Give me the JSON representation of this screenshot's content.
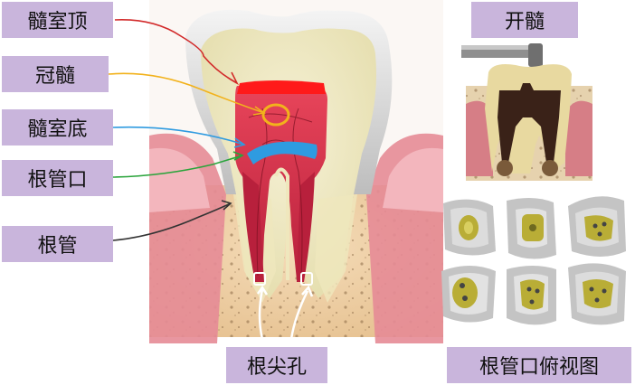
{
  "labels": {
    "pulp_chamber_roof": "髓室顶",
    "coronal_pulp": "冠髓",
    "pulp_chamber_floor": "髓室底",
    "root_canal_orifice": "根管口",
    "root_canal": "根管",
    "apical_foramen": "根尖孔",
    "access_opening": "开髓",
    "orifice_top_view": "根管口俯视图"
  },
  "colors": {
    "label_bg": "#c9b5dc",
    "arrow_roof": "#d22a2a",
    "arrow_coronal": "#f2b21c",
    "arrow_floor": "#2f9be0",
    "arrow_orifice": "#2aa43b",
    "arrow_root": "#333333",
    "pulp": "#c0304a",
    "dentin": "#f1ecc8",
    "bone": "#f0d4b0",
    "gum": "#e37f8c"
  }
}
